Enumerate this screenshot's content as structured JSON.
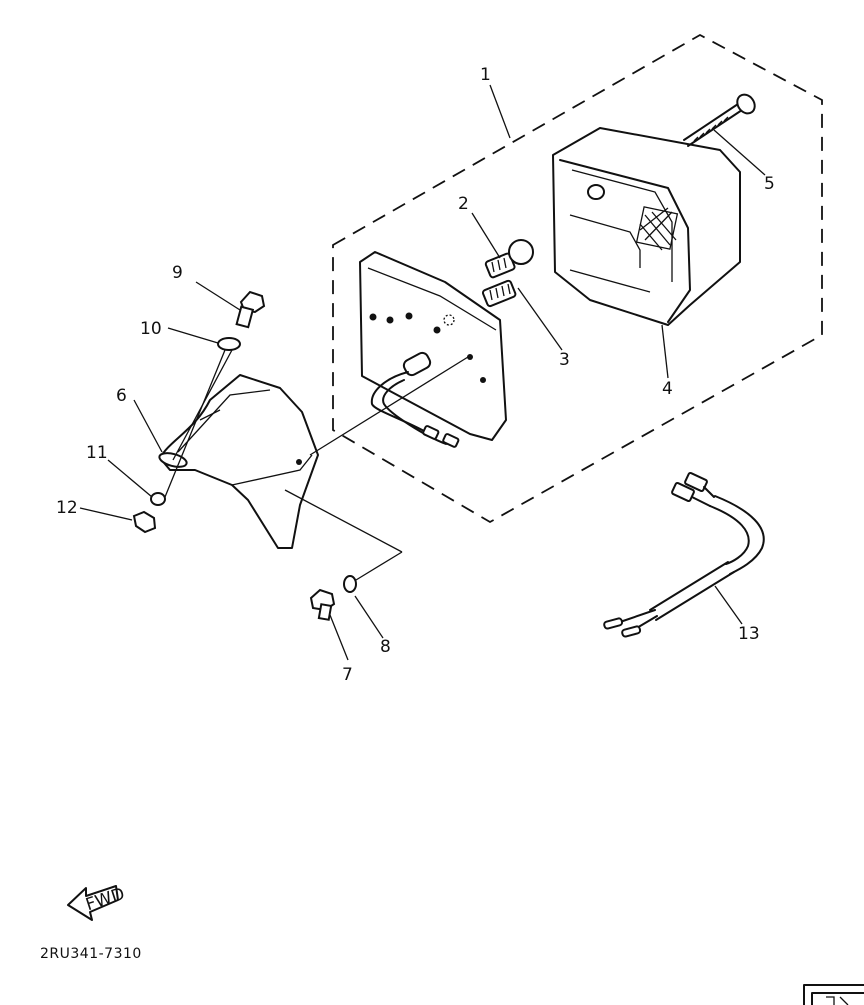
{
  "diagram": {
    "part_code": "2RU341-7310",
    "fwd_label": "FWD",
    "callouts": [
      "1",
      "2",
      "3",
      "4",
      "5",
      "6",
      "7",
      "8",
      "9",
      "10",
      "11",
      "12",
      "13"
    ]
  }
}
